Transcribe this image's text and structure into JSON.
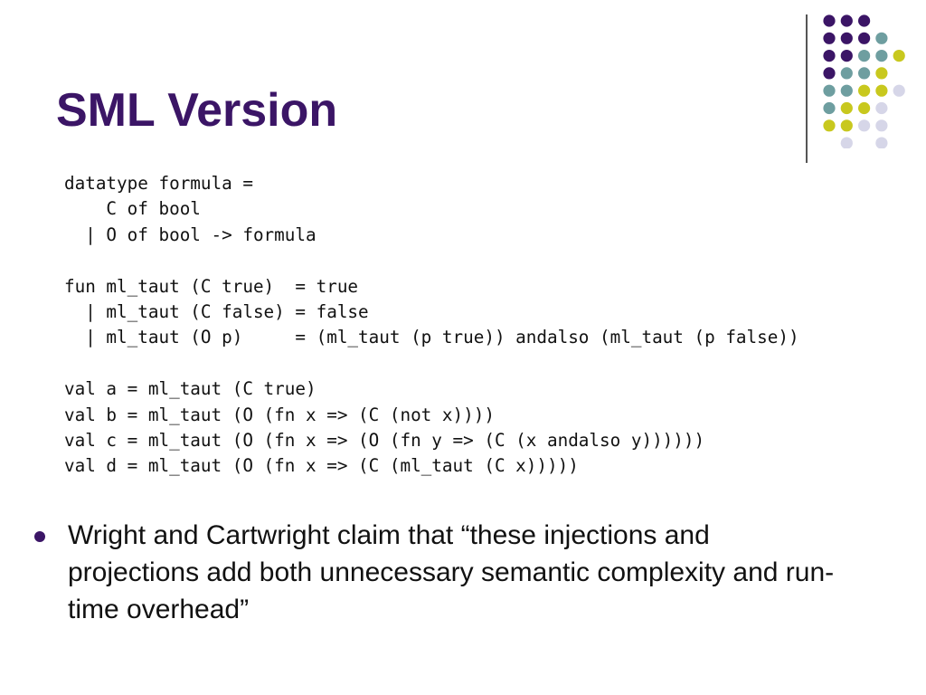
{
  "slide": {
    "title": "SML Version",
    "code_lines": [
      "datatype formula =",
      "    C of bool",
      "  | O of bool -> formula",
      "",
      "fun ml_taut (C true)  = true",
      "  | ml_taut (C false) = false",
      "  | ml_taut (O p)     = (ml_taut (p true)) andalso (ml_taut (p false))",
      "",
      "val a = ml_taut (C true)",
      "val b = ml_taut (O (fn x => (C (not x))))",
      "val c = ml_taut (O (fn x => (O (fn y => (C (x andalso y))))))",
      "val d = ml_taut (O (fn x => (C (ml_taut (C x)))))"
    ],
    "bullets": [
      "Wright and Cartwright claim that “these injections and projections add both unnecessary semantic complexity and run-time overhead”"
    ]
  },
  "colors": {
    "title": "#3b1566",
    "bullet": "#3b1566",
    "dot_purple": "#3b1566",
    "dot_teal": "#6e9ea0",
    "dot_lime": "#c8c81e",
    "dot_lavender": "#d6d6e8"
  },
  "decoration": {
    "dot_grid": [
      [
        "purple",
        "purple",
        "purple",
        "none",
        "none"
      ],
      [
        "purple",
        "purple",
        "purple",
        "teal",
        "none"
      ],
      [
        "purple",
        "purple",
        "teal",
        "teal",
        "lime"
      ],
      [
        "purple",
        "teal",
        "teal",
        "lime",
        "none"
      ],
      [
        "teal",
        "teal",
        "lime",
        "lime",
        "lavender"
      ],
      [
        "teal",
        "lime",
        "lime",
        "lavender",
        "none"
      ],
      [
        "lime",
        "lime",
        "lavender",
        "lavender",
        "none"
      ],
      [
        "none",
        "lavender",
        "none",
        "lavender",
        "none"
      ]
    ]
  }
}
